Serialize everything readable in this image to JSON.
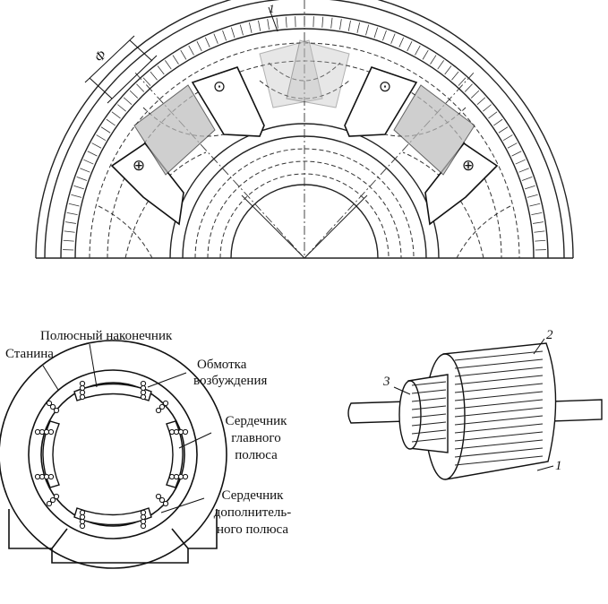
{
  "top_figure": {
    "arc_label_1": "1",
    "phi_label": "Φ",
    "pole_marks": [
      "⊕",
      "⊙",
      "⊙",
      "⊕"
    ]
  },
  "stator_figure": {
    "labels": {
      "pole_shoe": "Полюсный наконечник",
      "frame": "Станина",
      "field_winding_1": "Обмотка",
      "field_winding_2": "возбуждения",
      "main_core_1": "Сердечник",
      "main_core_2": "главного",
      "main_core_3": "полюса",
      "aux_core_1": "Сердечник",
      "aux_core_2": "дополнитель-",
      "aux_core_3": "ного полюса"
    }
  },
  "rotor_figure": {
    "callouts": [
      "1",
      "2",
      "3"
    ]
  }
}
